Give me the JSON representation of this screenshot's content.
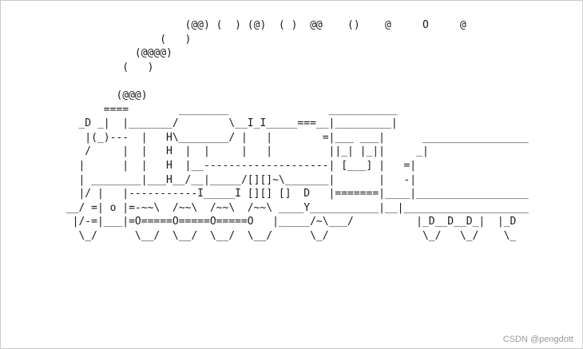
{
  "terminal": {
    "ascii_art": [
      "                    (@@) (  ) (@)  ( )  @@    ()    @     O     @",
      "                (   )",
      "            (@@@@)",
      "          (   )",
      "",
      "         (@@@)",
      "       ====        ________                ___________",
      "   _D _|  |_______/        \\__I_I_____===__|_________|",
      "    |(_)---  |   H\\________/ |   |        =|___ ___|      _________________",
      "    /     |  |   H  |  |     |   |         ||_| |_||     _|",
      "   |      |  |   H  |__--------------------| [___] |   =|",
      "   | ________|___H__/__|_____/[][]~\\_______|       |   -|",
      "   |/ |   |-----------I_____I [][] []  D   |=======|____|__________________",
      " __/ =| o |=-~~\\  /~~\\  /~~\\  /~~\\ ____Y___________|__|____________________",
      "  |/-=|___|=O=====O=====O=====O   |_____/~\\___/          |_D__D__D_|  |_D",
      "   \\_/      \\__/  \\__/  \\__/  \\__/      \\_/               \\_/   \\_/    \\_"
    ]
  },
  "watermark": {
    "text": "CSDN @pengdott"
  }
}
